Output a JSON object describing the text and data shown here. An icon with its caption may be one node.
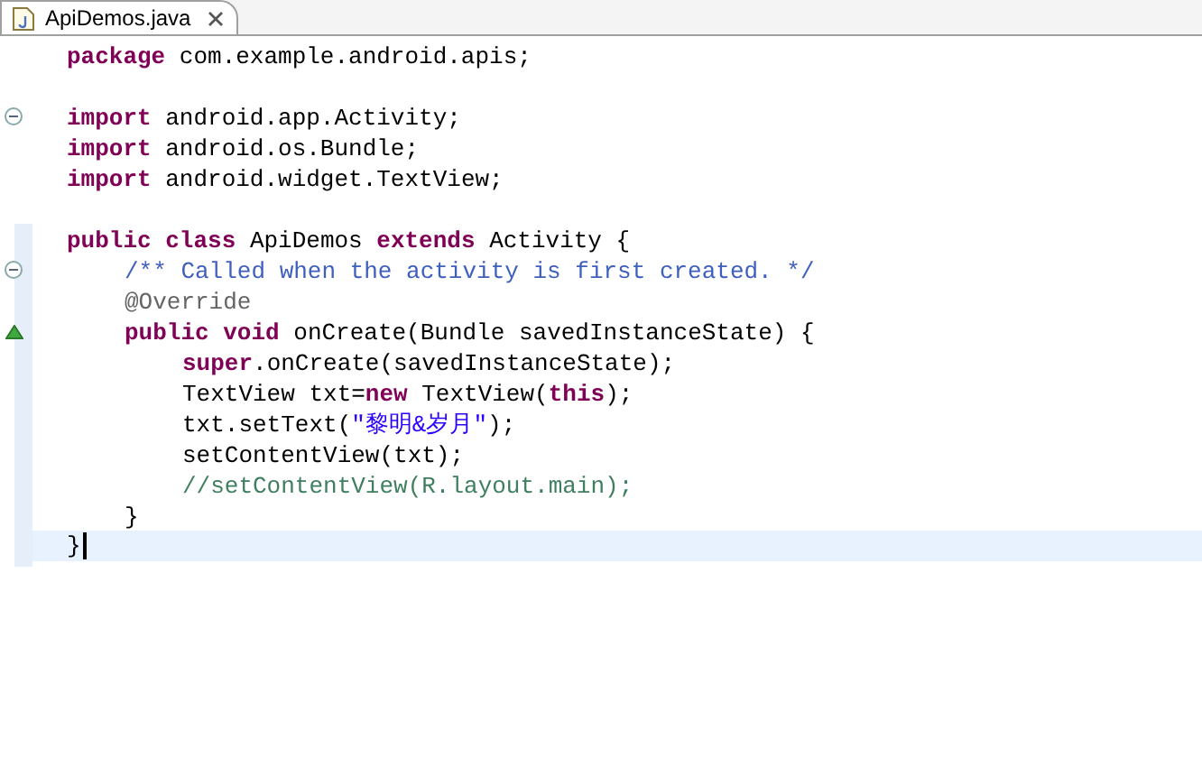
{
  "diagram": {
    "labels": [
      "ApiDemos.java",
      "**package** com.example.android.apis;",
      "**import** android.app.Activity;",
      "**import** android.os.Bundle;",
      "**import** android.widget.TextView;",
      "**public** **class** ApiDemos **extends** Activity {",
      "/** Called when the activity is first created. */",
      "@Override",
      "**public** **void** onCreate(Bundle savedInstanceState) {",
      "**super**.onCreate(savedInstanceState);",
      "TextView txt=**new** TextView(**this**);",
      "txt.setText(\"黎明&岁月\");",
      "setContentView(txt);",
      "//setContentView(R.layout.main);",
      "}",
      "}"
    ]
  }
}
